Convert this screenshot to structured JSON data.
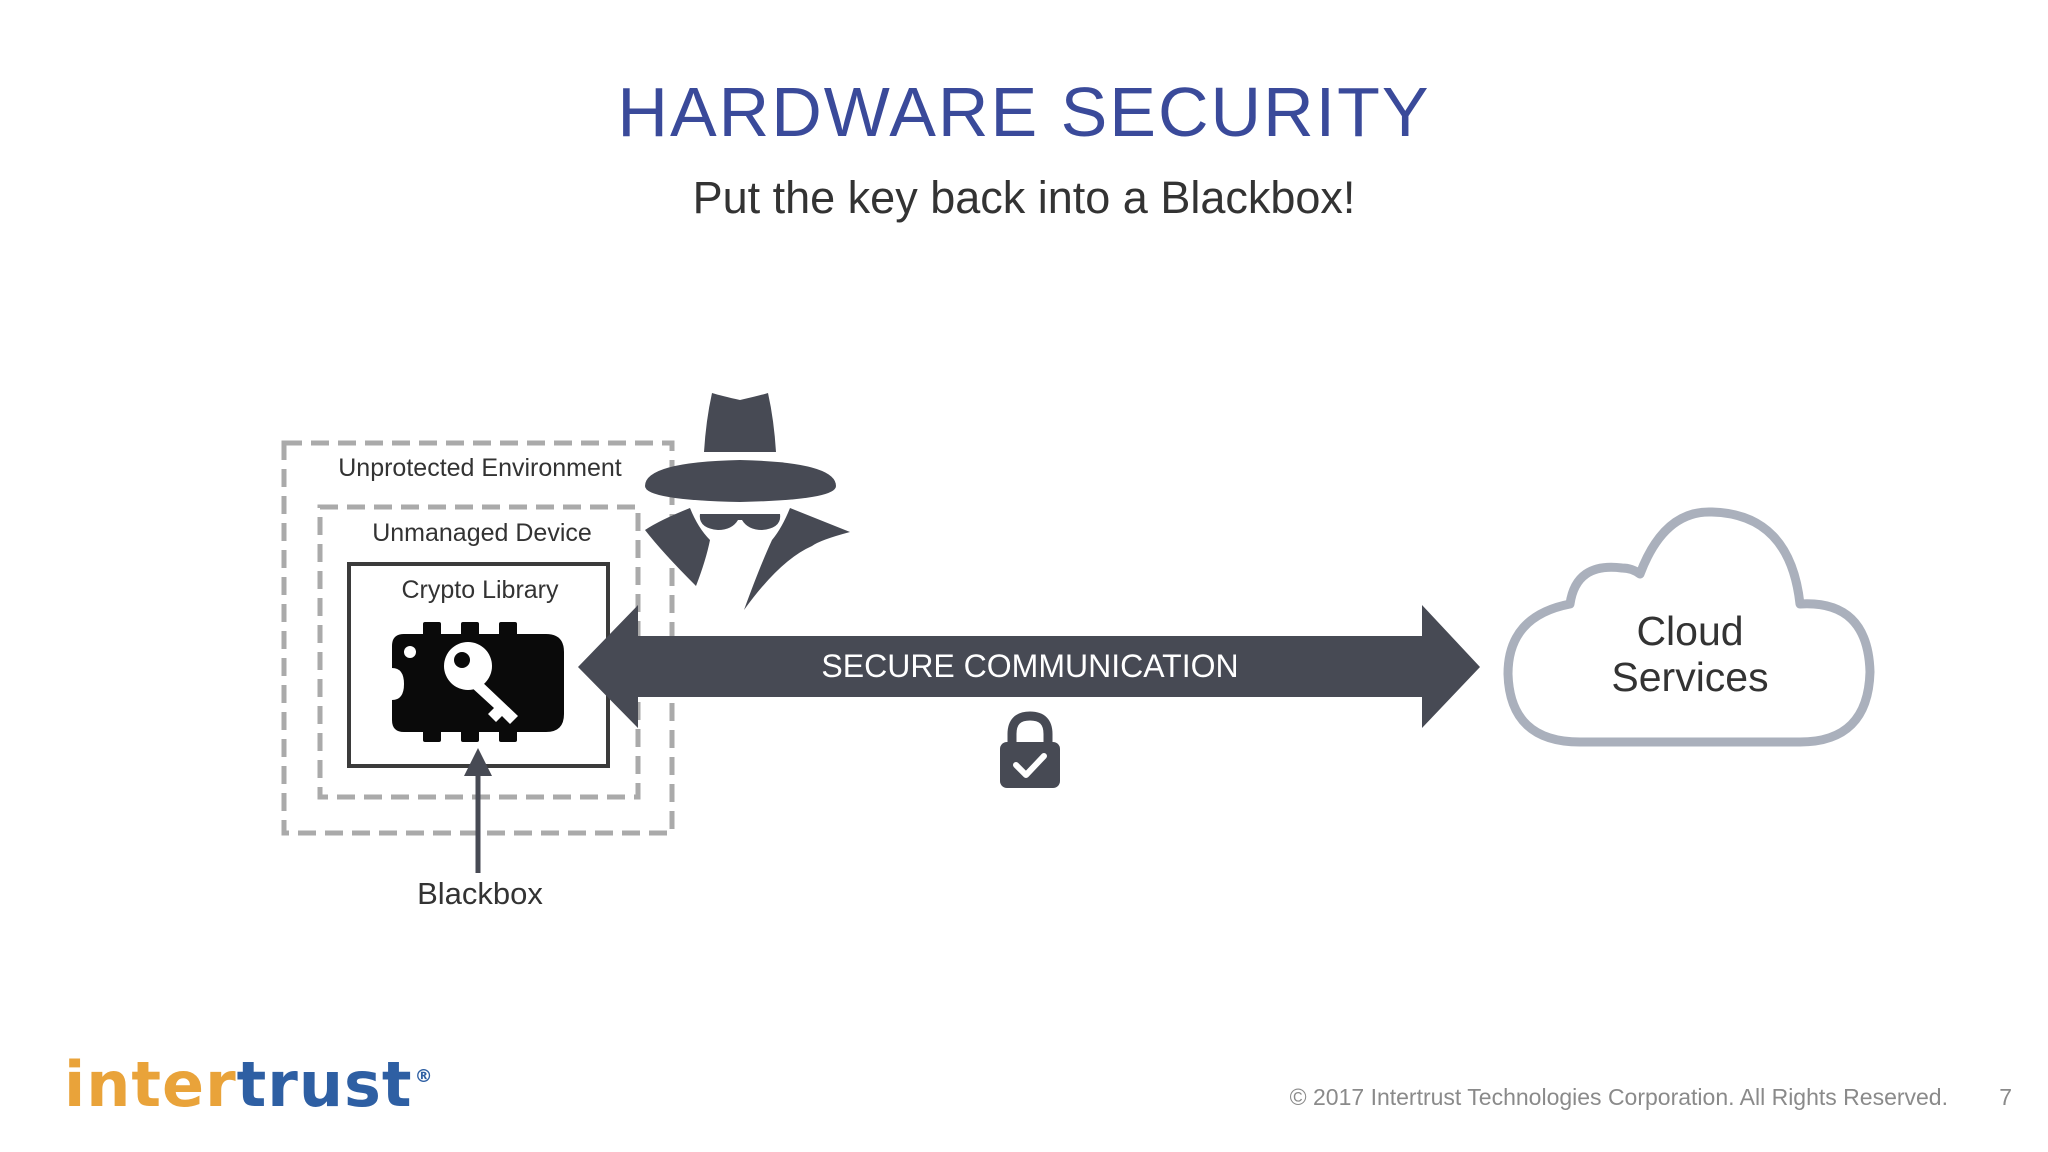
{
  "slide": {
    "title": "HARDWARE SECURITY",
    "subtitle": "Put the key back into a Blackbox!",
    "page_number": "7",
    "copyright": "© 2017 Intertrust Technologies Corporation. All Rights Reserved."
  },
  "logo": {
    "part1": "inter",
    "part2": "trust",
    "registered": "®",
    "colors": {
      "part1": "#e9a33a",
      "part2": "#2e5fa3"
    }
  },
  "diagram": {
    "environment_label": "Unprotected Environment",
    "device_label": "Unmanaged Device",
    "crypto_label": "Crypto Library",
    "blackbox_label": "Blackbox",
    "channel_label": "SECURE COMMUNICATION",
    "cloud_label_line1": "Cloud",
    "cloud_label_line2": "Services",
    "icons": [
      "spy-icon",
      "key-chip-icon",
      "padlock-check-icon",
      "cloud-icon"
    ],
    "colors": {
      "arrow": "#474a54",
      "dashed_border": "#aaaaaa",
      "cloud_outline": "#aab0bc",
      "title": "#3a4a9a"
    }
  }
}
